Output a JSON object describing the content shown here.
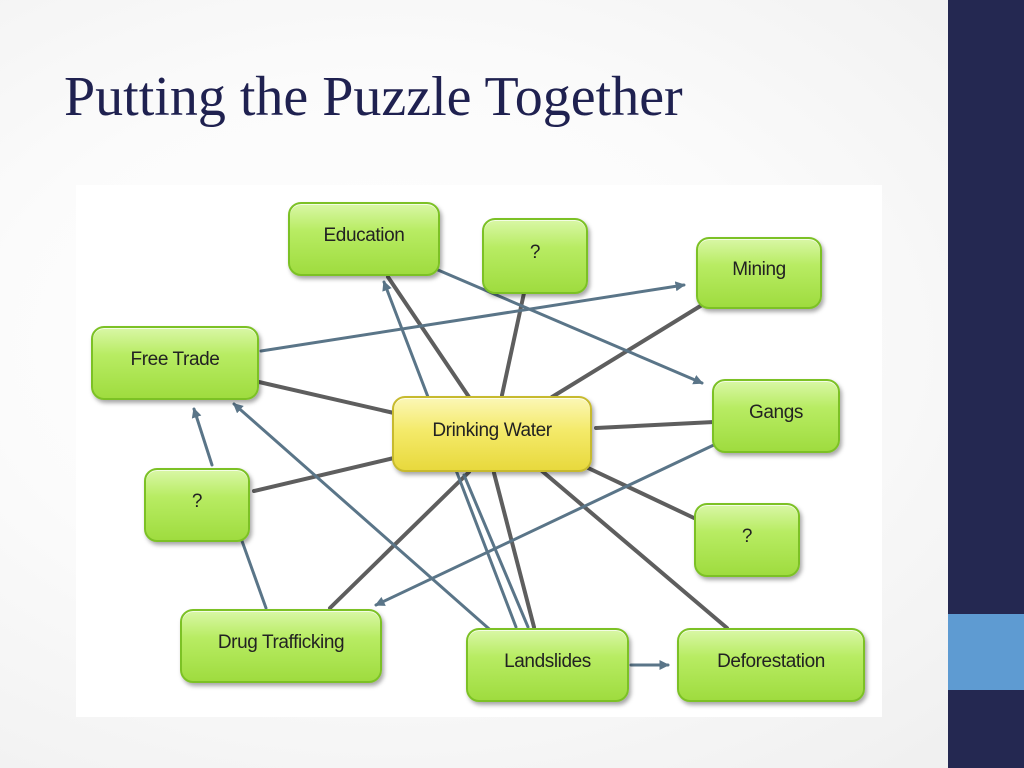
{
  "title": "Putting the Puzzle Together",
  "diagram": {
    "center": "Drinking Water",
    "nodes": {
      "education": "Education",
      "question_top": "?",
      "mining": "Mining",
      "free_trade": "Free Trade",
      "gangs": "Gangs",
      "question_left": "?",
      "question_right": "?",
      "drug_trafficking": "Drug Trafficking",
      "landslides": "Landslides",
      "deforestation": "Deforestation"
    }
  },
  "colors": {
    "sidebar": "#242851",
    "sidebar_accent": "#5e9bd2",
    "title": "#1f2150",
    "node_fill": "#b8ec63",
    "center_fill": "#f4ea6a",
    "strong_link": "#5a5a5a",
    "arrow": "#5a7588"
  }
}
